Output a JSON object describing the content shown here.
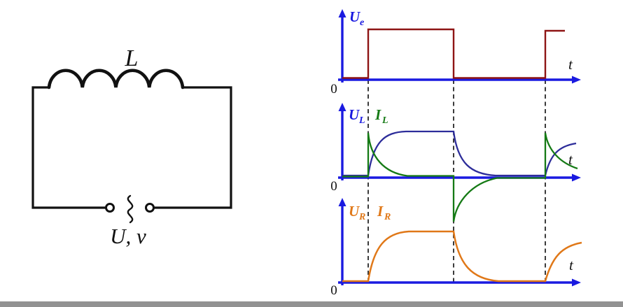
{
  "circuit": {
    "inductor_label": "L",
    "source_label": "U, v"
  },
  "plots": {
    "ue": {
      "sym": "U",
      "sub": "e",
      "t": "t",
      "zero": "0"
    },
    "ul_il": {
      "sym1": "U",
      "sub1": "L",
      "sym2": "I",
      "sub2": "L",
      "t": "t",
      "zero": "0"
    },
    "ur_ir": {
      "sym1": "U",
      "sub1": "R",
      "sym2": "I",
      "sub2": "R",
      "t": "t",
      "zero": "0"
    }
  },
  "colors": {
    "axis": "#1a1ae0",
    "square_wave": "#8e1414",
    "ul_curve": "#2d2d9a",
    "il_curve": "#157a15",
    "ur_curve": "#e07818",
    "label_blue": "#1a1ae0",
    "label_green": "#157a15",
    "label_orange": "#e07818",
    "dashed_guide": "#1a1a1a",
    "circuit": "#111111",
    "text": "#111111",
    "bottom_bar": "#929292"
  },
  "chart_data": [
    {
      "type": "line",
      "title": "Ue input square-wave voltage vs time",
      "xlabel": "t",
      "ylabel": "Ue",
      "x_range": [
        0,
        1
      ],
      "ylim": [
        0,
        1
      ],
      "grid": false,
      "transitions": [
        0.109,
        0.469,
        0.856
      ],
      "series": [
        {
          "name": "Ue (dark red square wave)",
          "x": [
            0,
            0.109,
            0.109,
            0.469,
            0.469,
            0.856,
            0.856,
            0.94
          ],
          "y": [
            0,
            0,
            1,
            1,
            0,
            0,
            1,
            1
          ]
        }
      ]
    },
    {
      "type": "line",
      "title": "UL and IL vs time",
      "xlabel": "t",
      "ylabel": "UL IL",
      "x_range": [
        0,
        1
      ],
      "ylim": [
        -1,
        1
      ],
      "grid": false,
      "transitions": [
        0.109,
        0.469,
        0.856
      ],
      "series": [
        {
          "name": "UL (blue, exponential rise to plateau during pulse, exponential decay after)",
          "x": [
            0,
            0.109,
            0.16,
            0.25,
            0.35,
            0.469,
            0.52,
            0.6,
            0.7,
            0.856,
            0.9,
            0.985
          ],
          "y": [
            0.03,
            0.03,
            0.72,
            0.95,
            1.0,
            1.0,
            0.35,
            0.08,
            0.02,
            0.02,
            0.5,
            0.73
          ]
        },
        {
          "name": "IL (green, positive decaying spike at rising edge, negative recovering spike at falling edge)",
          "x": [
            0,
            0.109,
            0.109,
            0.14,
            0.2,
            0.3,
            0.469,
            0.469,
            0.5,
            0.58,
            0.7,
            0.856,
            0.856,
            0.89,
            0.99
          ],
          "y": [
            0,
            0,
            0.97,
            0.45,
            0.12,
            0.01,
            0.01,
            -0.97,
            -0.45,
            -0.12,
            -0.01,
            0,
            0.97,
            0.55,
            0.2
          ]
        }
      ]
    },
    {
      "type": "line",
      "title": "UR IR vs time",
      "xlabel": "t",
      "ylabel": "UR IR",
      "x_range": [
        0,
        1
      ],
      "ylim": [
        0,
        1
      ],
      "grid": false,
      "transitions": [
        0.109,
        0.469,
        0.856
      ],
      "series": [
        {
          "name": "UR / IR (orange, exponential rise to plateau during pulse, exponential decay after)",
          "x": [
            0,
            0.109,
            0.16,
            0.25,
            0.35,
            0.469,
            0.52,
            0.6,
            0.72,
            0.856,
            0.92,
            1.0
          ],
          "y": [
            0.01,
            0.01,
            0.7,
            0.95,
            1.0,
            1.0,
            0.35,
            0.08,
            0.01,
            0.01,
            0.6,
            0.78
          ]
        }
      ]
    }
  ]
}
